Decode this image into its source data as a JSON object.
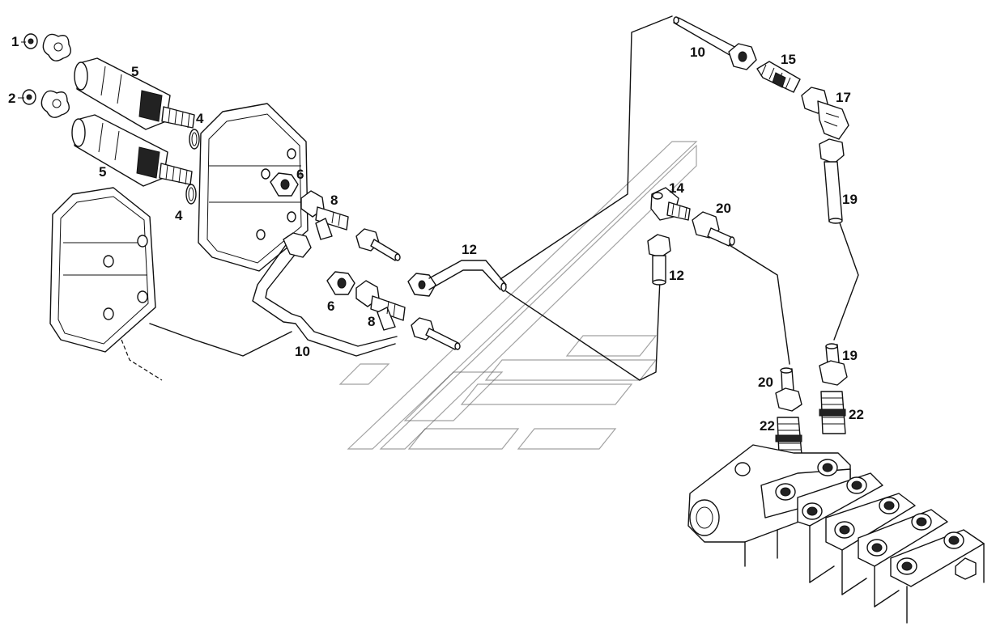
{
  "labels": {
    "p1": "1",
    "p2": "2",
    "p4a": "4",
    "p4b": "4",
    "p5a": "5",
    "p5b": "5",
    "p6a": "6",
    "p6b": "6",
    "p8a": "8",
    "p8b": "8",
    "p10a": "10",
    "p10b": "10",
    "p12a": "12",
    "p12b": "12",
    "p14": "14",
    "p15": "15",
    "p17": "17",
    "p19a": "19",
    "p19b": "19",
    "p20a": "20",
    "p20b": "20",
    "p22a": "22",
    "p22b": "22"
  }
}
